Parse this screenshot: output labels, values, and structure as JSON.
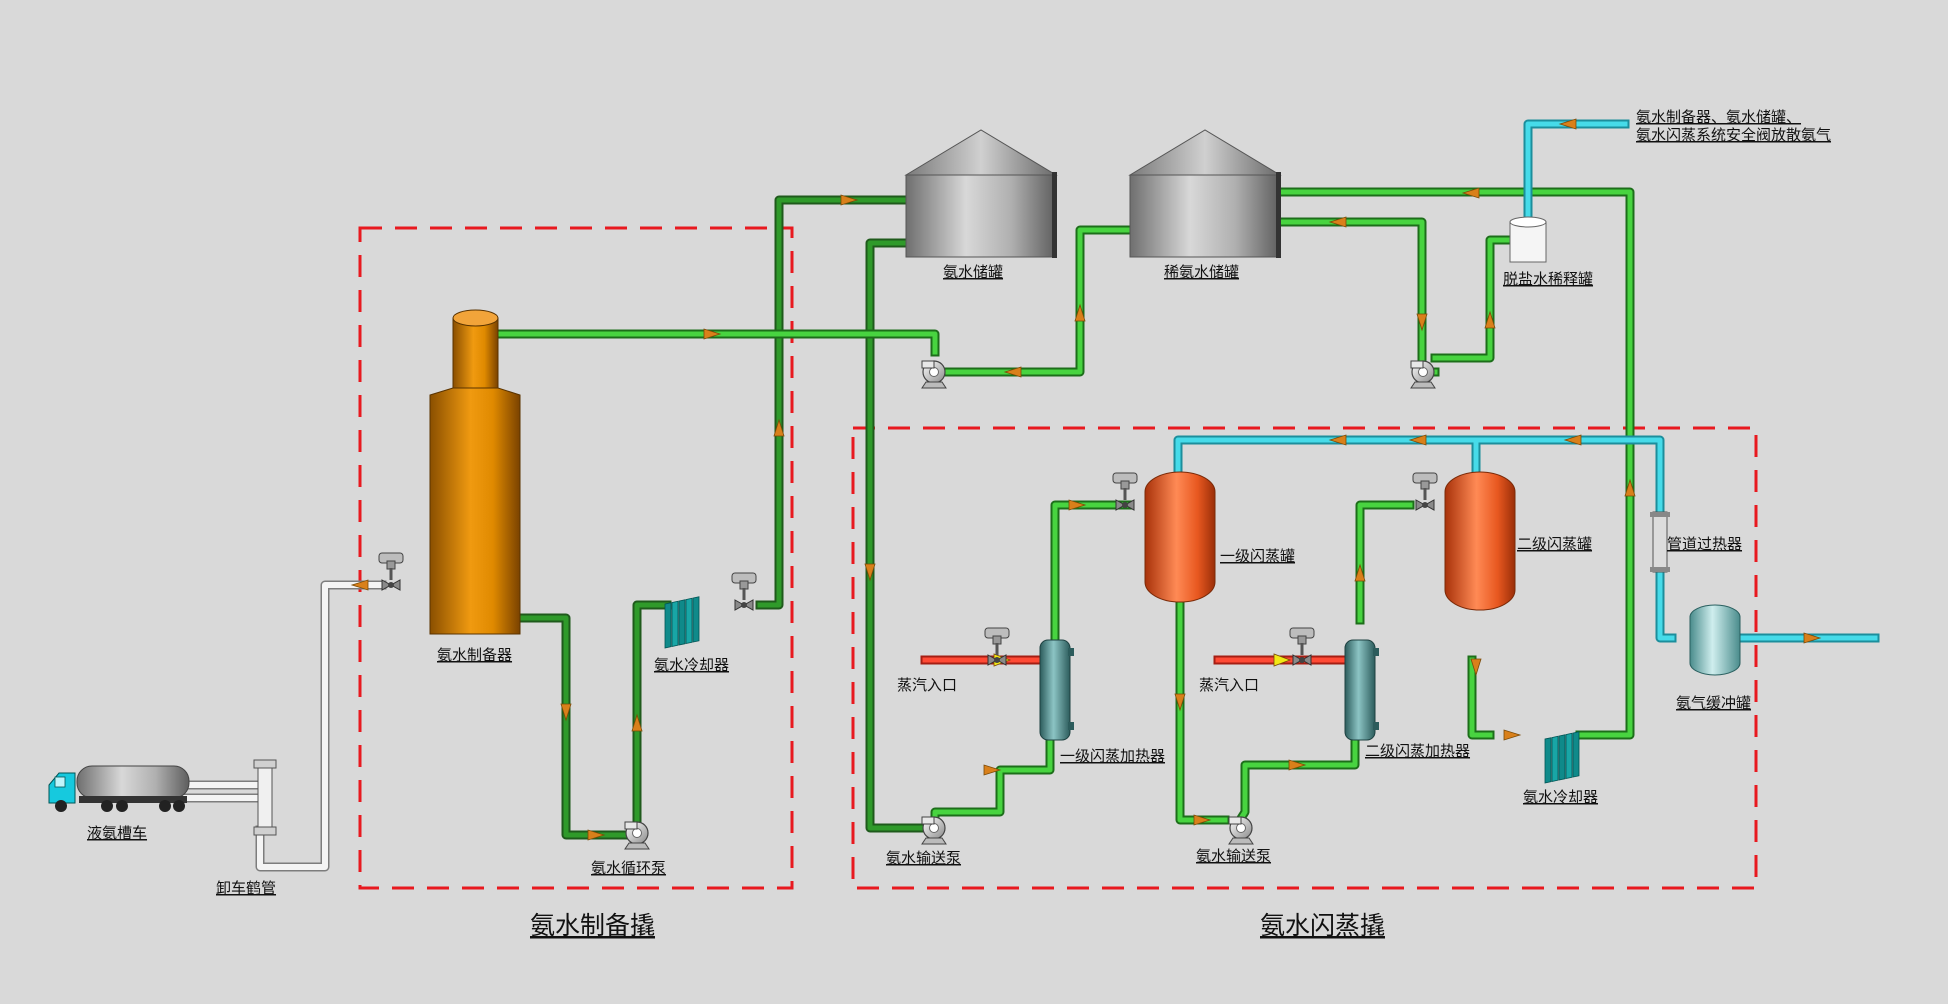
{
  "colors": {
    "background": "#d9d9d9",
    "ammonia_water_pipe": "#3fc83a",
    "ammonia_water_pipe_dark": "#1f6a1c",
    "gas_pipe": "#45d7e8",
    "steam_pipe": "#e83a2a",
    "liquid_ammonia_pipe": "#f2f2f2",
    "dashed_boundary": "#e8191f",
    "flow_arrow": "#d9801a",
    "reactor_body": "#d78200",
    "flash_tank_body": "#e5551a",
    "storage_tank_body": "#a8a8a8",
    "heater_body": "#4d8f8f",
    "cooler_body": "#18a0a0"
  },
  "sections": {
    "prep_title": "氨水制备撬",
    "flash_title": "氨水闪蒸撬"
  },
  "labels": {
    "tank_truck": "液氨槽车",
    "unloading_arm": "卸车鹤管",
    "reactor": "氨水制备器",
    "prep_cooler": "氨水冷却器",
    "circ_pump": "氨水循环泵",
    "storage_tank": "氨水储罐",
    "dilute_tank": "稀氨水储罐",
    "desalt_tank": "脱盐水稀释罐",
    "vent_note_line1": "氨水制备器、氨水储罐、",
    "vent_note_line2": "氨水闪蒸系统安全阀放散氨气",
    "flash1": "一级闪蒸罐",
    "flash2": "二级闪蒸罐",
    "steam_inlet_1": "蒸汽入口",
    "steam_inlet_2": "蒸汽入口",
    "heater1": "一级闪蒸加热器",
    "heater2": "二级闪蒸加热器",
    "transfer_pump_1": "氨水输送泵",
    "transfer_pump_2": "氨水输送泵",
    "flash_cooler": "氨水冷却器",
    "pipe_superheater": "管道过热器",
    "buffer_tank": "氨气缓冲罐"
  },
  "icons": {
    "truck": "tank-truck-icon",
    "pump": "centrifugal-pump-icon",
    "valve": "control-valve-icon",
    "cooler": "fin-cooler-icon"
  }
}
